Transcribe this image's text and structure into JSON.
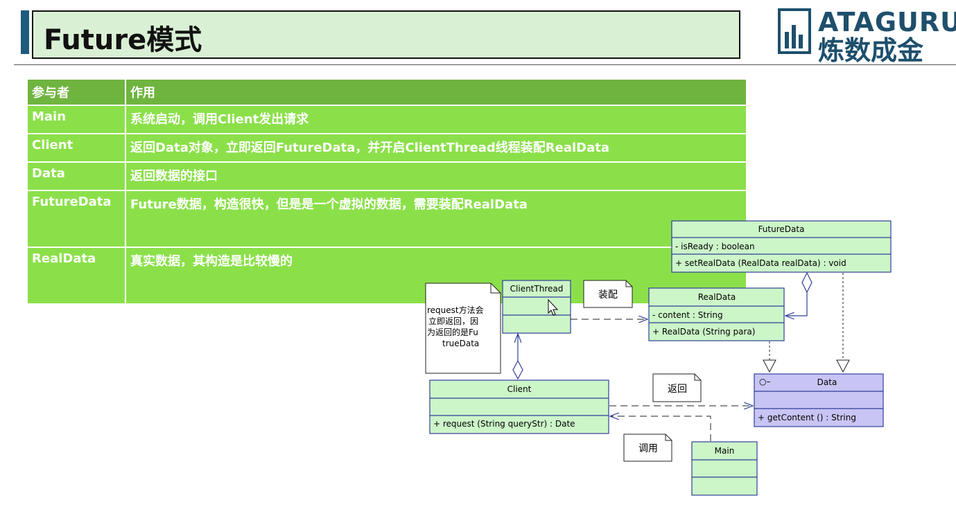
{
  "title": "Future模式",
  "logo": {
    "en": "ATAGURU",
    "cn": "炼数成金"
  },
  "table": {
    "header": [
      "参与者",
      "作用"
    ],
    "rows": [
      [
        "Main",
        "系统启动，调用Client发出请求"
      ],
      [
        "Client",
        "返回Data对象，立即返回FutureData，并开启ClientThread线程装配RealData"
      ],
      [
        "Data",
        "返回数据的接口"
      ],
      [
        "FutureData",
        "Future数据，构造很快，但是是一个虚拟的数据，需要装配RealData"
      ],
      [
        "RealData",
        "真实数据，其构造是比较慢的"
      ]
    ]
  },
  "diagram": {
    "classes": {
      "future_data": {
        "name": "FutureData",
        "attr": "-  isReady  : boolean",
        "op": "+  setRealData (RealData realData)  : void"
      },
      "real_data": {
        "name": "RealData",
        "attr": "-  content  : String",
        "op": "+  RealData (String para)"
      },
      "client_thread": {
        "name": "ClientThread"
      },
      "data": {
        "name": "Data",
        "op": "+  getContent ()  : String",
        "marker": "○–"
      },
      "client": {
        "name": "Client",
        "op": "+  request (String queryStr)  : Date"
      },
      "main": {
        "name": "Main"
      }
    },
    "notes": {
      "assemble": "装配",
      "return": "返回",
      "call": "调用",
      "request_note": [
        "request方法会",
        "立即返回，因",
        "为返回的是Fu",
        "trueData"
      ]
    }
  },
  "colors": {
    "class_fill": "#ccf5c8",
    "interface_fill": "#c8c4f4",
    "class_border": "#2f3f9a",
    "table_header": "#6fb43f",
    "table_row": "#8be04a",
    "title_bg": "#d9f0d4",
    "logo": "#1e4f6c"
  }
}
